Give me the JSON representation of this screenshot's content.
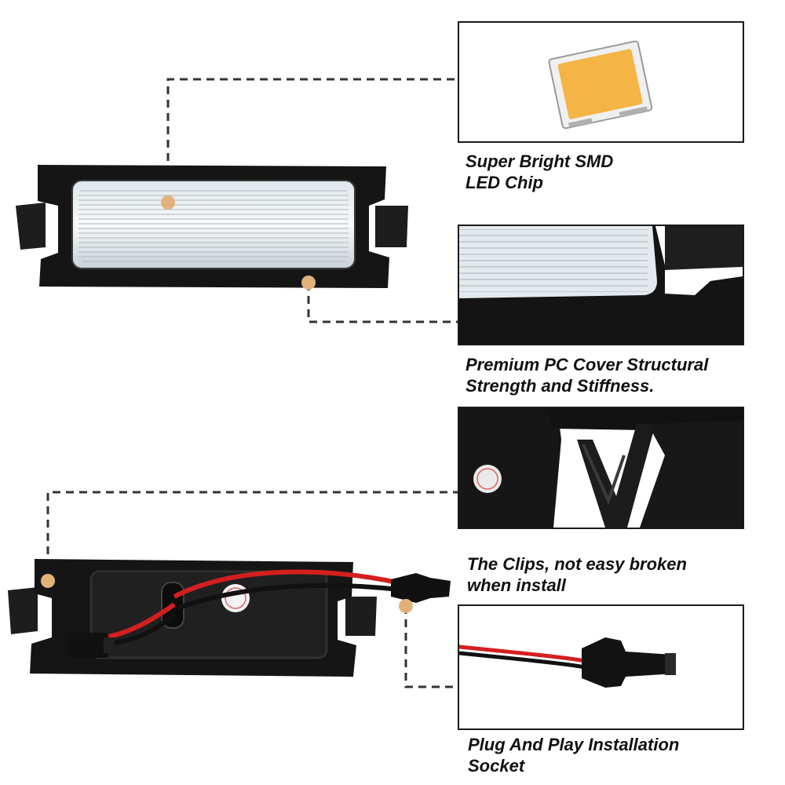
{
  "features": [
    {
      "id": "smd-chip",
      "lines": [
        "Super Bright SMD",
        "LED Chip"
      ]
    },
    {
      "id": "pc-cover",
      "lines": [
        "Premium PC Cover  Structural",
        "Strength and Stiffness."
      ]
    },
    {
      "id": "clips",
      "lines": [
        "The Clips, not easy  broken",
        "when install"
      ]
    },
    {
      "id": "socket",
      "lines": [
        "Plug And Play Installation",
        "Socket"
      ]
    }
  ],
  "colors": {
    "housing": "#151515",
    "lens": "#e7ecef",
    "marker_dot": "#e0b27a",
    "chip_yellow": "#f4b446",
    "wire_red": "#d41f1f",
    "wire_black": "#111111",
    "leader_line": "#333333"
  }
}
